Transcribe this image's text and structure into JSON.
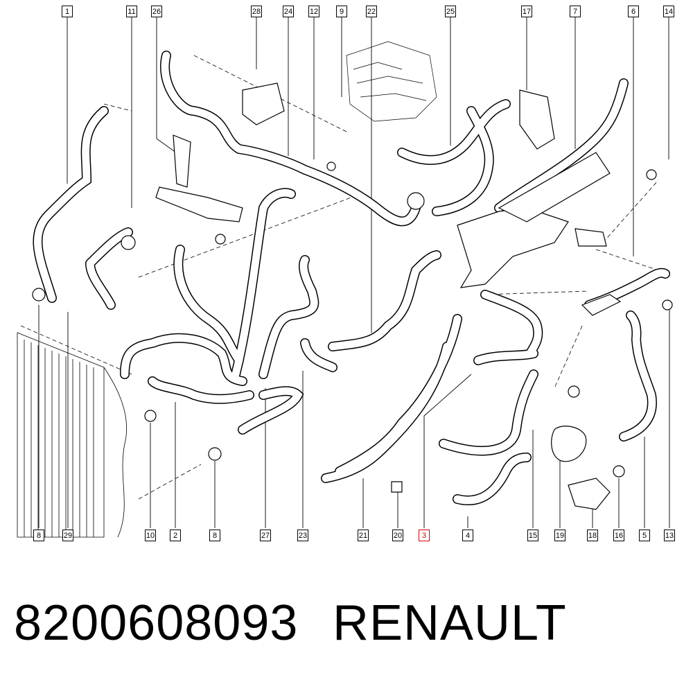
{
  "callouts_top": [
    "1",
    "11",
    "26",
    "28",
    "24",
    "12",
    "9",
    "22",
    "25",
    "17",
    "7",
    "6",
    "14"
  ],
  "callouts_bottom": [
    "8",
    "29",
    "10",
    "2",
    "8",
    "27",
    "23",
    "21",
    "20",
    "3",
    "4",
    "15",
    "19",
    "18",
    "16",
    "5",
    "13"
  ],
  "highlighted_callout": "3",
  "highlight_color": "#d00000",
  "footer": {
    "part_number": "8200608093",
    "brand": "RENAULT"
  }
}
